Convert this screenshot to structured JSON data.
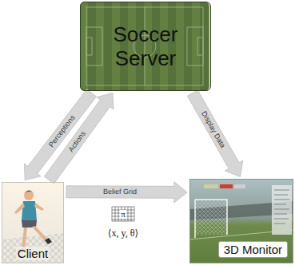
{
  "diagram": {
    "nodes": [
      {
        "text": [
          "Soccer Server"
        ]
      },
      {
        "text": [
          "Client"
        ]
      },
      {
        "text": [
          "3D Monitor"
        ]
      }
    ],
    "edges": [
      {
        "from": 0,
        "to": 1,
        "label": "Perceptions",
        "arrow": "to"
      },
      {
        "from": 1,
        "to": 0,
        "label": "Actions",
        "arrow": "to"
      },
      {
        "from": 0,
        "to": 2,
        "label": "Display Data",
        "arrow": "to"
      },
      {
        "from": 1,
        "to": 2,
        "label": "Belief Grid",
        "arrow": "to"
      }
    ],
    "labels": [
      "π",
      "⟨x, y, θ⟩"
    ]
  }
}
